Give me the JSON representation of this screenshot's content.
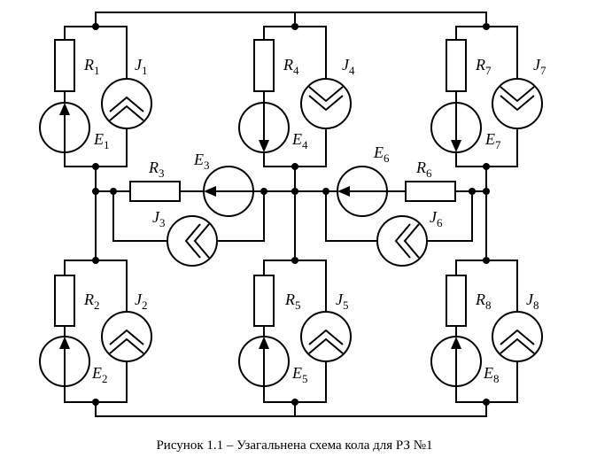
{
  "caption": "Рисунок 1.1 – Узагальнена схема кола для РЗ №1",
  "elements": {
    "R1": {
      "letter": "R",
      "index": "1"
    },
    "R2": {
      "letter": "R",
      "index": "2"
    },
    "R3": {
      "letter": "R",
      "index": "3"
    },
    "R4": {
      "letter": "R",
      "index": "4"
    },
    "R5": {
      "letter": "R",
      "index": "5"
    },
    "R6": {
      "letter": "R",
      "index": "6"
    },
    "R7": {
      "letter": "R",
      "index": "7"
    },
    "R8": {
      "letter": "R",
      "index": "8"
    },
    "E1": {
      "letter": "E",
      "index": "1"
    },
    "E2": {
      "letter": "E",
      "index": "2"
    },
    "E3": {
      "letter": "E",
      "index": "3"
    },
    "E4": {
      "letter": "E",
      "index": "4"
    },
    "E5": {
      "letter": "E",
      "index": "5"
    },
    "E6": {
      "letter": "E",
      "index": "6"
    },
    "E7": {
      "letter": "E",
      "index": "7"
    },
    "E8": {
      "letter": "E",
      "index": "8"
    },
    "J1": {
      "letter": "J",
      "index": "1"
    },
    "J2": {
      "letter": "J",
      "index": "2"
    },
    "J3": {
      "letter": "J",
      "index": "3"
    },
    "J4": {
      "letter": "J",
      "index": "4"
    },
    "J5": {
      "letter": "J",
      "index": "5"
    },
    "J6": {
      "letter": "J",
      "index": "6"
    },
    "J7": {
      "letter": "J",
      "index": "7"
    },
    "J8": {
      "letter": "J",
      "index": "8"
    }
  }
}
